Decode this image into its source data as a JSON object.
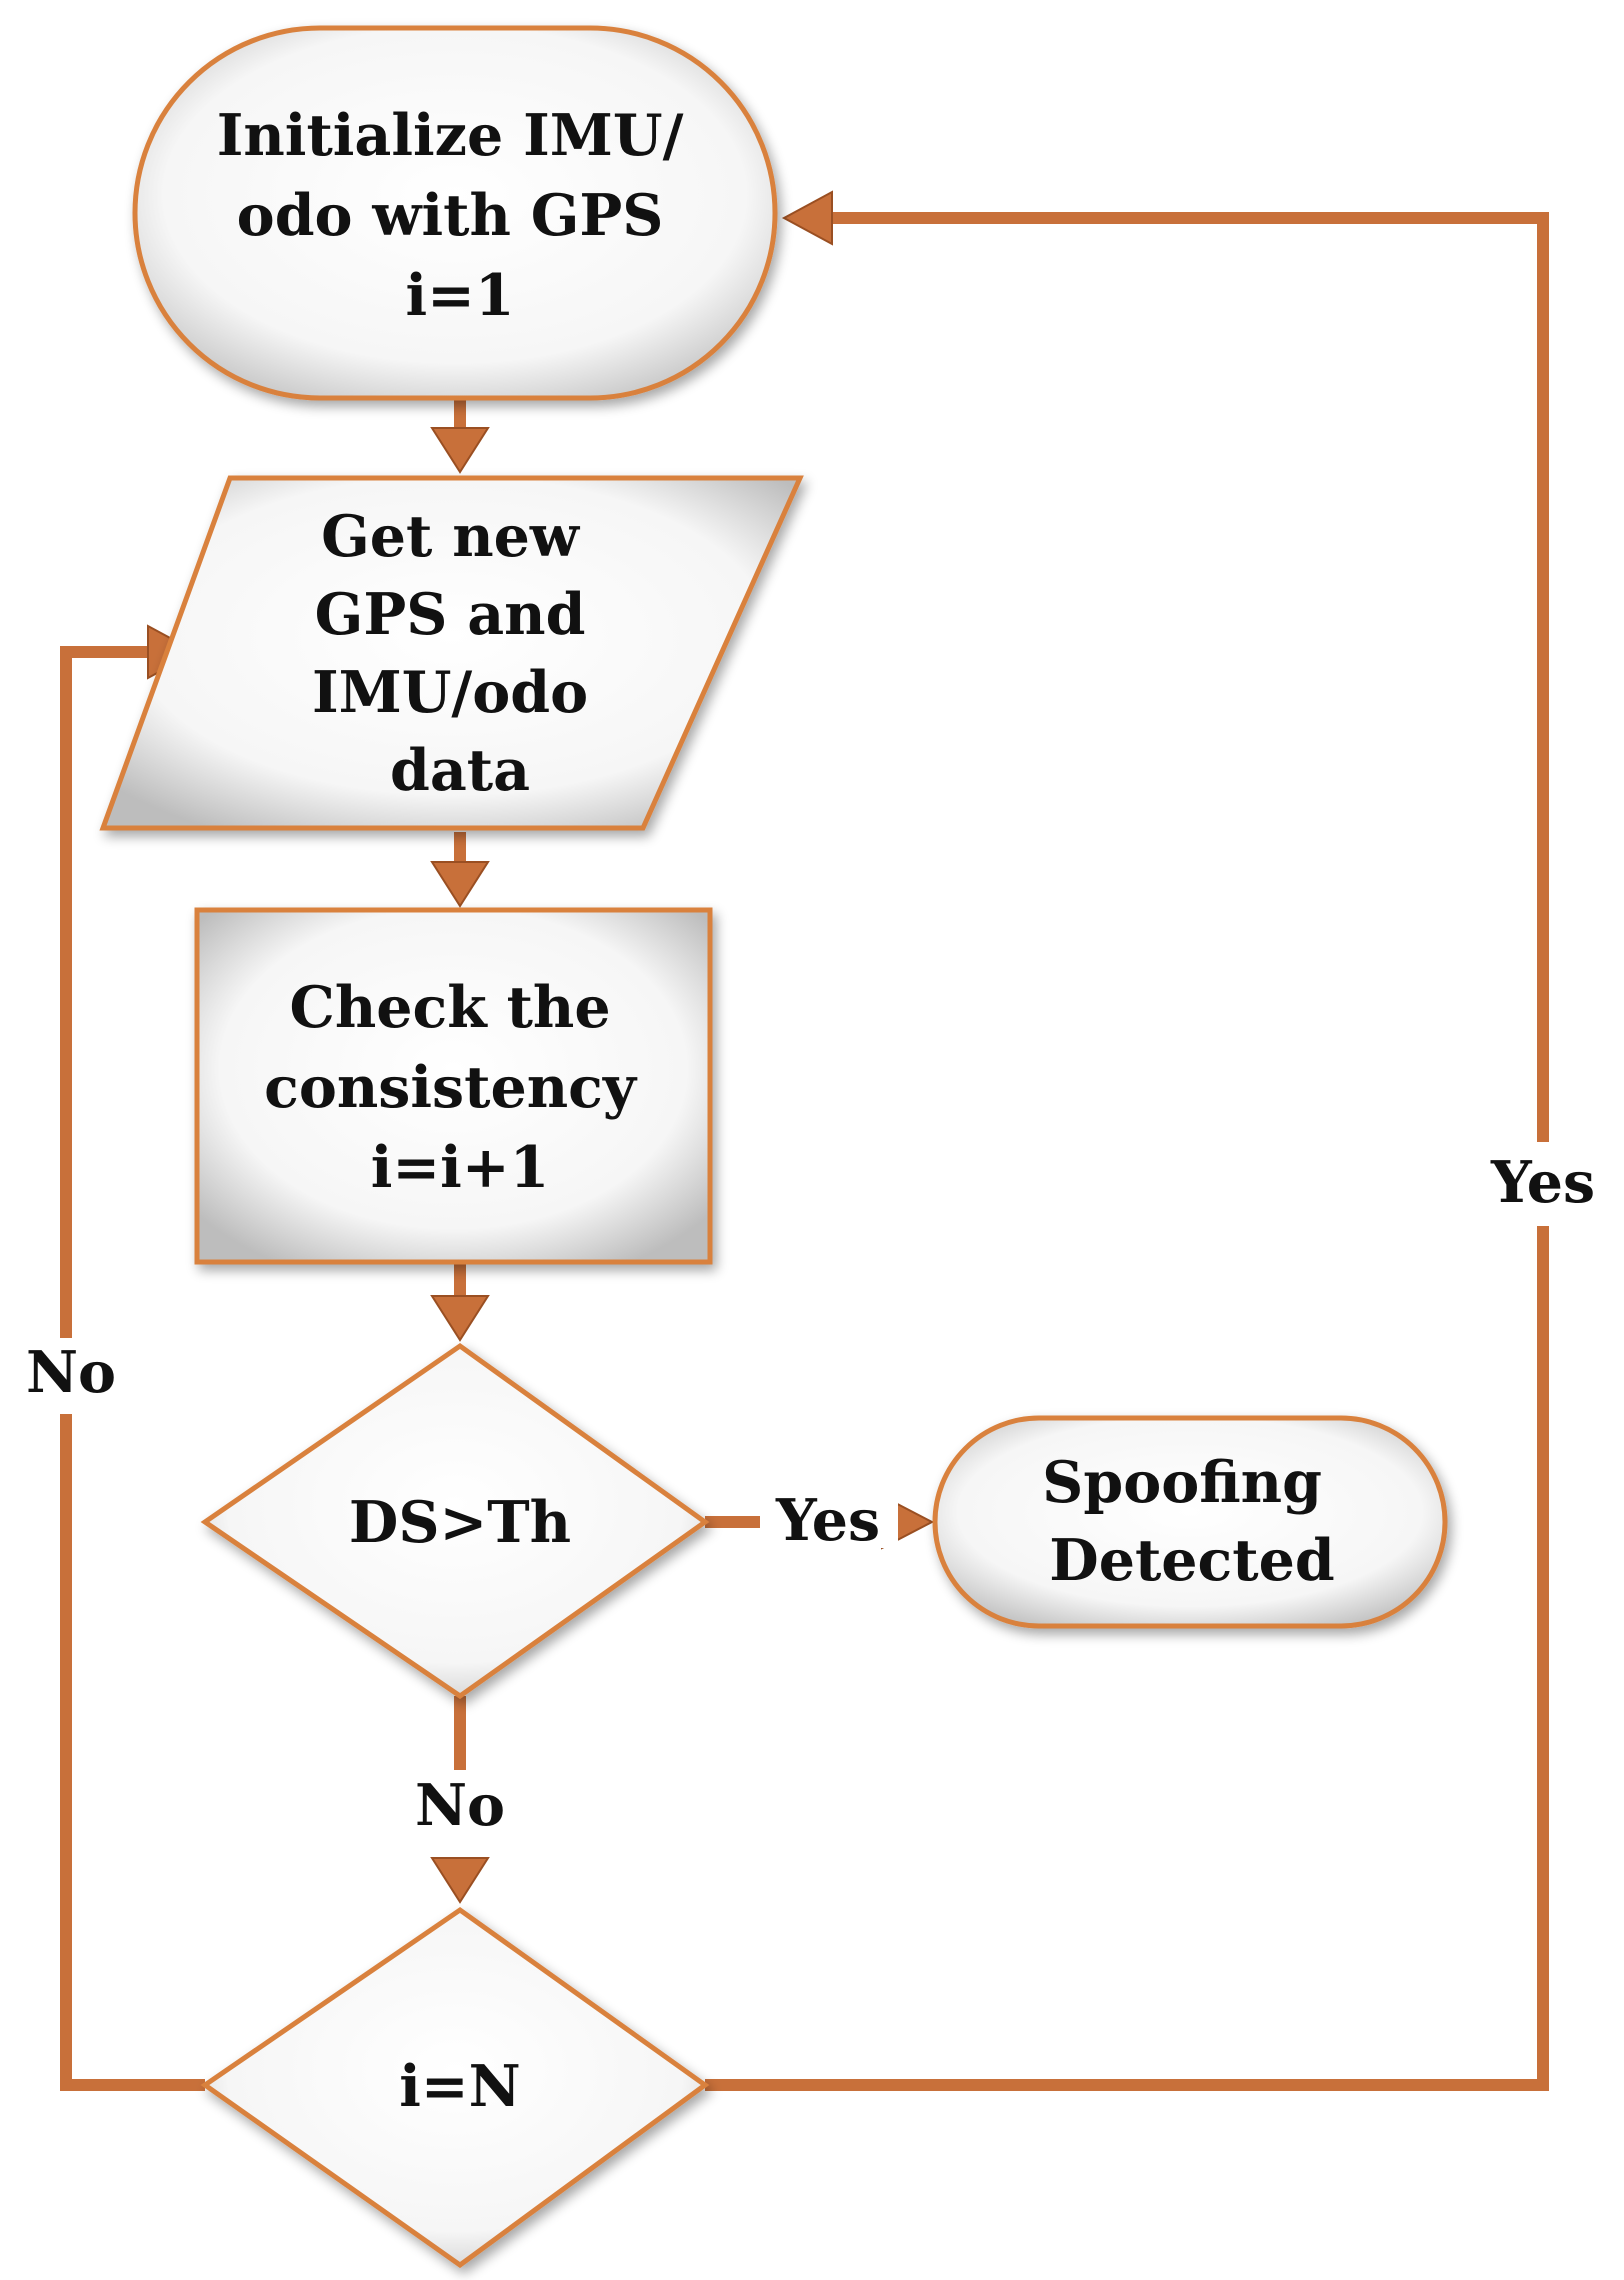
{
  "nodes": {
    "init": {
      "lines": [
        "Initialize IMU/",
        "odo with GPS",
        "i=1"
      ]
    },
    "get_data": {
      "lines": [
        "Get new",
        "GPS and",
        "IMU/odo",
        "data"
      ]
    },
    "check": {
      "lines": [
        "Check the",
        "consistency",
        "i=i+1"
      ]
    },
    "ds_decision": {
      "lines": [
        "DS>Th"
      ]
    },
    "spoofing": {
      "lines": [
        "Spoofing",
        "Detected"
      ]
    },
    "n_decision": {
      "lines": [
        "i=N"
      ]
    }
  },
  "edges": {
    "ds_yes": "Yes",
    "ds_no": "No",
    "n_yes": "Yes",
    "n_no": "No"
  },
  "colors": {
    "outline": "#d9813e",
    "connector": "#c8703a",
    "fill_light": "#ffffff",
    "fill_shade": "#b5b5b5"
  }
}
